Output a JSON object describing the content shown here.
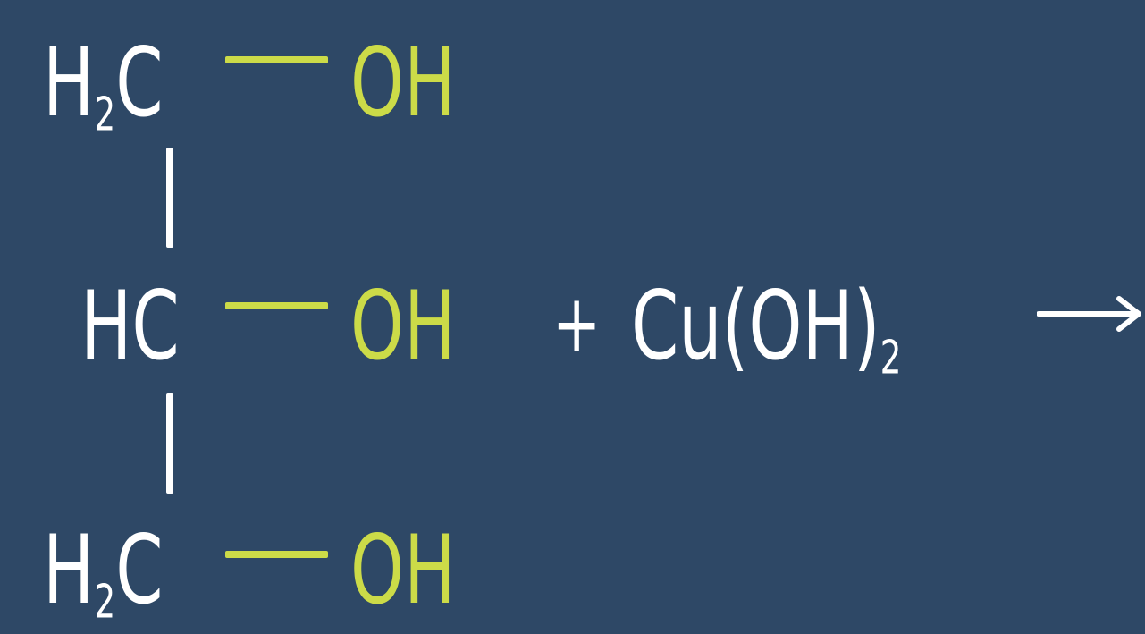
{
  "colors": {
    "background": "#2E4866",
    "text": "#FFFFFF",
    "accent": "#CCDB48"
  },
  "molecule": {
    "row1": {
      "carbon": "H",
      "carbon_sub": "2",
      "carbon_tail": "C",
      "group": "OH"
    },
    "row2": {
      "carbon": "HC",
      "group": "OH"
    },
    "row3": {
      "carbon": "H",
      "carbon_sub": "2",
      "carbon_tail": "C",
      "group": "OH"
    }
  },
  "reagent": {
    "plus": "+",
    "formula": "Cu(OH)",
    "formula_sub": "2"
  },
  "arrow_icon": "right-arrow-icon"
}
